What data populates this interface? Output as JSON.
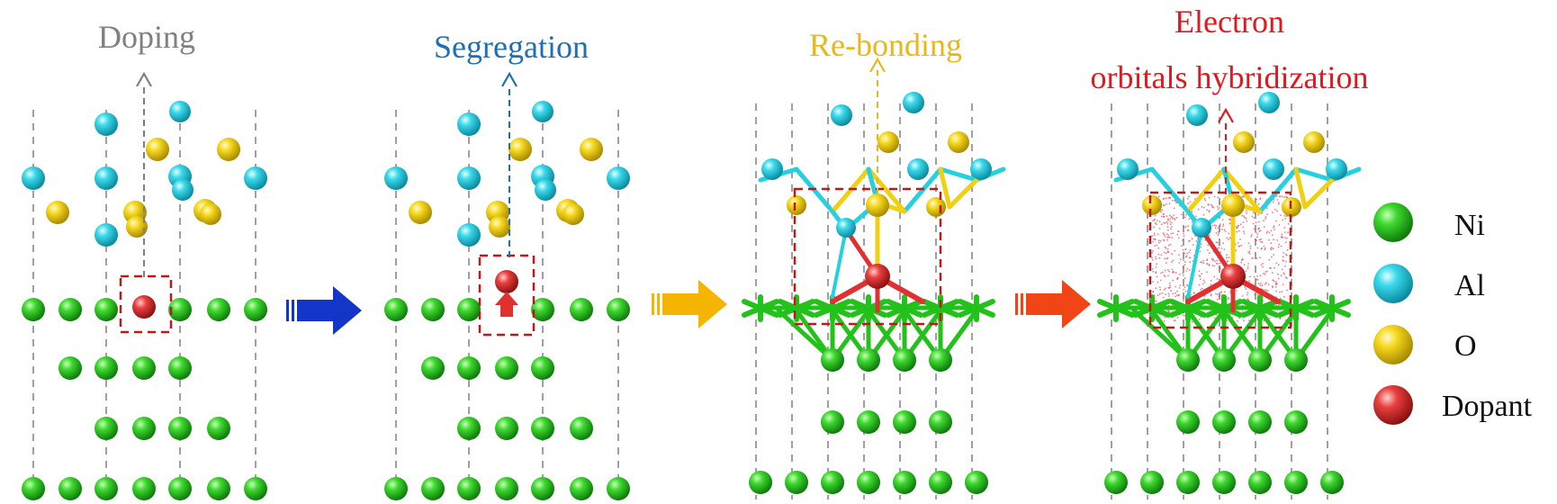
{
  "panels": [
    {
      "key": "doping",
      "title_lines": [
        "Doping"
      ],
      "title_color": "#808080",
      "arrow_color": "#808080"
    },
    {
      "key": "segregation",
      "title_lines": [
        "Segregation"
      ],
      "title_color": "#1f6fb5",
      "arrow_color": "#1f6fb5"
    },
    {
      "key": "rebonding",
      "title_lines": [
        "Re-bonding"
      ],
      "title_color": "#e8b81a",
      "arrow_color": "#e8b81a"
    },
    {
      "key": "hybridization",
      "title_lines": [
        "Electron",
        "orbitals hybridization"
      ],
      "title_color": "#e0191f",
      "arrow_color": "#e0191f"
    }
  ],
  "transition_arrows": [
    {
      "key": "blue",
      "color": "#1336c8"
    },
    {
      "key": "orange",
      "color": "#f5b400"
    },
    {
      "key": "red",
      "color": "#f24516"
    }
  ],
  "legend": [
    {
      "key": "ni",
      "label": "Ni",
      "color": "#22c21a"
    },
    {
      "key": "al",
      "label": "Al",
      "color": "#25d0e0"
    },
    {
      "key": "o",
      "label": "O",
      "color": "#f0d010"
    },
    {
      "key": "dopant",
      "label": "Dopant",
      "color": "#e03030"
    }
  ],
  "colors": {
    "ni": "#22c21a",
    "al": "#25d0e0",
    "o": "#f0d010",
    "dopant": "#e03030",
    "dashed_line": "#a0a0a0",
    "highlight_box": "#c01818",
    "orbital_dots": "#e05060"
  }
}
